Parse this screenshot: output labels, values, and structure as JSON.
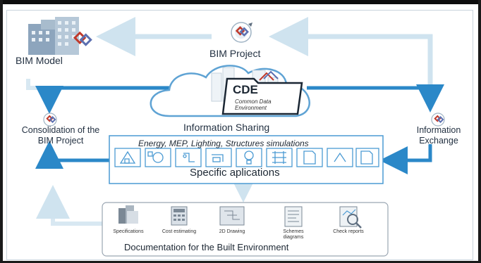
{
  "labels": {
    "bim_model": "BIM Model",
    "bim_project": "BIM Project",
    "cde_title": "CDE",
    "cde_subtitle": "Common Data Environment",
    "information_sharing": "Information Sharing",
    "consolidation": "Consolidation of the BIM Project",
    "information_exchange": "Information Exchange",
    "simulations": "Energy, MEP, Lighting, Structures simulations",
    "specific_applications": "Specific aplications",
    "documentation": "Documentation for the Built Environment"
  },
  "documents": [
    {
      "label": "Specifications",
      "icon": "specifications-icon"
    },
    {
      "label": "Cost estimating",
      "icon": "cost-estimating-icon"
    },
    {
      "label": "2D Drawing",
      "icon": "drawing-2d-icon"
    },
    {
      "label": "Schemes diagrams",
      "icon": "schemes-diagrams-icon"
    },
    {
      "label": "Check reports",
      "icon": "check-reports-icon"
    }
  ],
  "applications": [
    "energy-icon",
    "mep-icon",
    "electrical-icon",
    "plumbing-icon",
    "lighting-icon",
    "structures-icon",
    "documents-icon"
  ],
  "colors": {
    "flow_arrow": "#2b88c8",
    "pale_arrow": "#cfe3ef",
    "panel_border": "#4a9ad3",
    "cloud_stroke": "#5fa3d4",
    "bim_logo_red": "#c0392b",
    "bim_logo_blue": "#5b6fb0"
  }
}
